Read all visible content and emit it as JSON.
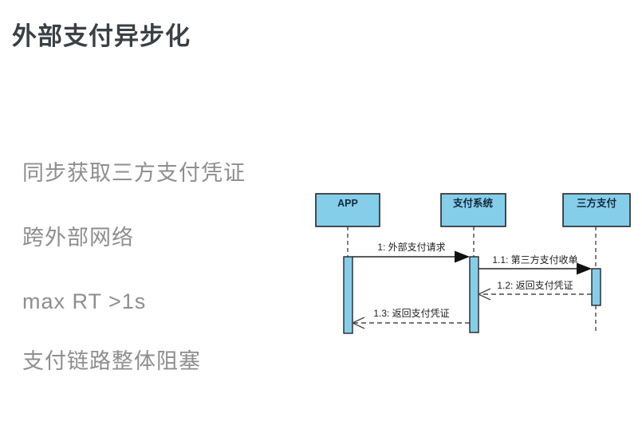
{
  "title": "外部支付异步化",
  "bullets": [
    {
      "label": "同步获取三方支付凭证"
    },
    {
      "label": "跨外部网络"
    },
    {
      "label": "max RT >1s"
    },
    {
      "label": "支付链路整体阻塞"
    }
  ],
  "diagram": {
    "type": "sequence",
    "actors": [
      {
        "name": "APP"
      },
      {
        "name": "支付系统"
      },
      {
        "name": "三方支付"
      }
    ],
    "messages": [
      {
        "label": "1: 外部支付请求",
        "from": "APP",
        "to": "支付系统",
        "line": "solid",
        "arrow": "filled"
      },
      {
        "label": "1.1: 第三方支付收单",
        "from": "支付系统",
        "to": "三方支付",
        "line": "solid",
        "arrow": "filled"
      },
      {
        "label": "1.2: 返回支付凭证",
        "from": "三方支付",
        "to": "支付系统",
        "line": "dashed",
        "arrow": "open"
      },
      {
        "label": "1.3: 返回支付凭证",
        "from": "支付系统",
        "to": "APP",
        "line": "dashed",
        "arrow": "open"
      }
    ],
    "colors": {
      "actor_fill": "#85ceea",
      "actor_border": "#262626",
      "line": "#262626"
    }
  },
  "text_colors": {
    "title": "#3b4045",
    "bullets": "#8e8e8e"
  }
}
